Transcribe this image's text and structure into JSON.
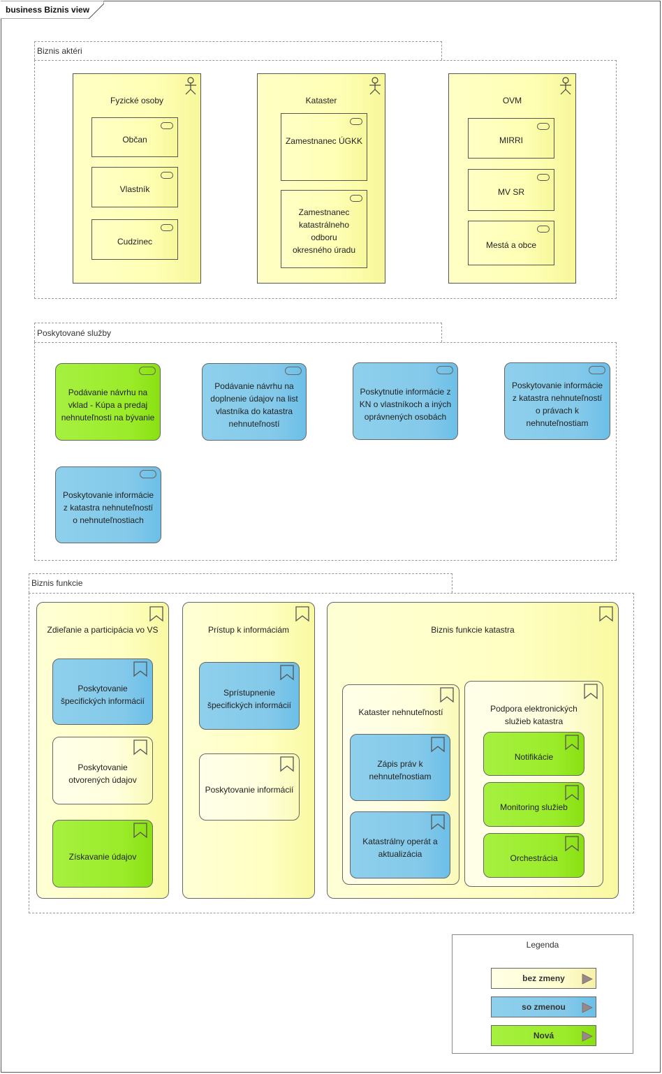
{
  "frame": {
    "title": "business Biznis view"
  },
  "actors_group": {
    "label": "Biznis aktéri",
    "actors": [
      {
        "title": "Fyzické osoby",
        "roles": [
          "Občan",
          "Vlastník",
          "Cudzinec"
        ]
      },
      {
        "title": "Kataster",
        "roles": [
          "Zamestnanec ÚGKK",
          "Zamestnanec katastrálneho odboru okresného úradu"
        ]
      },
      {
        "title": "OVM",
        "roles": [
          "MIRRI",
          "MV SR",
          "Mestá a obce"
        ]
      }
    ]
  },
  "services_group": {
    "label": "Poskytované služby",
    "services": [
      {
        "label": "Podávanie návrhu na vklad - Kúpa a predaj nehnuteľnosti na bývanie",
        "status": "Nová"
      },
      {
        "label": "Podávanie návrhu na doplnenie údajov na list vlastníka do katastra nehnuteľností",
        "status": "so zmenou"
      },
      {
        "label": "Poskytnutie informácie z KN o vlastníkoch a iných oprávnených osobách",
        "status": "so zmenou"
      },
      {
        "label": "Poskytovanie informácie z katastra nehnuteľností o právach k nehnuteľnostiam",
        "status": "so zmenou"
      },
      {
        "label": "Poskytovanie informácie z katastra nehnuteľností o nehnuteľnostiach",
        "status": "so zmenou"
      }
    ]
  },
  "functions_group": {
    "label": "Biznis funkcie",
    "columns": [
      {
        "title": "Zdieľanie a participácia vo VS",
        "items": [
          {
            "label": "Poskytovanie špecifických informácií",
            "status": "so zmenou"
          },
          {
            "label": "Poskytovanie otvorených údajov",
            "status": "bez zmeny"
          },
          {
            "label": "Získavanie údajov",
            "status": "Nová"
          }
        ]
      },
      {
        "title": "Prístup k informáciám",
        "items": [
          {
            "label": "Sprístupnenie špecifických informácií",
            "status": "so zmenou"
          },
          {
            "label": "Poskytovanie informácií",
            "status": "bez zmeny"
          }
        ]
      },
      {
        "title": "Biznis funkcie katastra",
        "subgroups": [
          {
            "title": "Kataster nehnuteľností",
            "items": [
              {
                "label": "Zápis práv k nehnuteľnostiam",
                "status": "so zmenou"
              },
              {
                "label": "Katastrálny operát a aktualizácia",
                "status": "so zmenou"
              }
            ]
          },
          {
            "title": "Podpora elektronických služieb katastra",
            "items": [
              {
                "label": "Notifikácie",
                "status": "Nová"
              },
              {
                "label": "Monitoring služieb",
                "status": "Nová"
              },
              {
                "label": "Orchestrácia",
                "status": "Nová"
              }
            ]
          }
        ]
      }
    ]
  },
  "legend": {
    "title": "Legenda",
    "items": [
      {
        "label": "bez zmeny",
        "color": "#ffffd0"
      },
      {
        "label": "so zmenou",
        "color": "#84c9ea"
      },
      {
        "label": "Nová",
        "color": "#9bec2a"
      }
    ]
  },
  "colors": {
    "bez_zmeny": "#ffffd0",
    "so_zmenou": "#84c9ea",
    "nova": "#9bec2a",
    "actor": "#ffffb5"
  },
  "icons": {
    "actor": "stick-figure-icon",
    "role": "role-cylinder-icon",
    "service": "service-capsule-icon",
    "function": "bookmark-icon",
    "legend": "triangle-arrow-icon"
  }
}
